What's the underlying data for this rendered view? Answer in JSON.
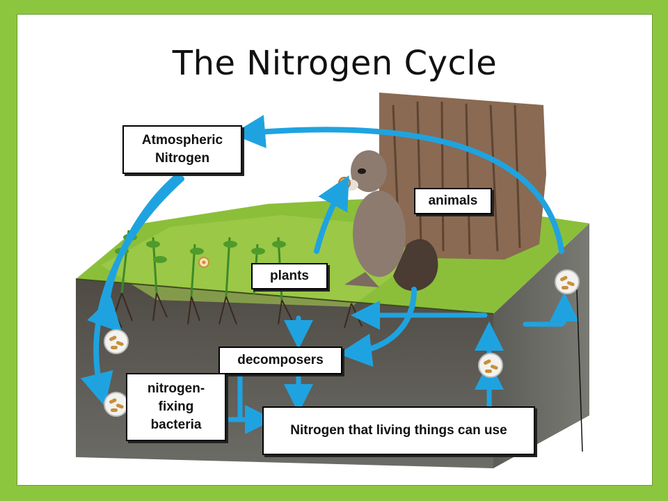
{
  "title": "The Nitrogen Cycle",
  "labels": {
    "atmospheric": "Atmospheric Nitrogen",
    "animals": "animals",
    "plants": "plants",
    "decomposers": "decomposers",
    "nitrogen_fixing": "nitrogen-fixing bacteria",
    "usable": "Nitrogen that living things can use"
  },
  "colors": {
    "frame": "#8cc63f",
    "arrow": "#1fa3e0",
    "grass": "#8bbf3a",
    "soil": "#5b5a55",
    "trunk": "#8a6a52"
  }
}
